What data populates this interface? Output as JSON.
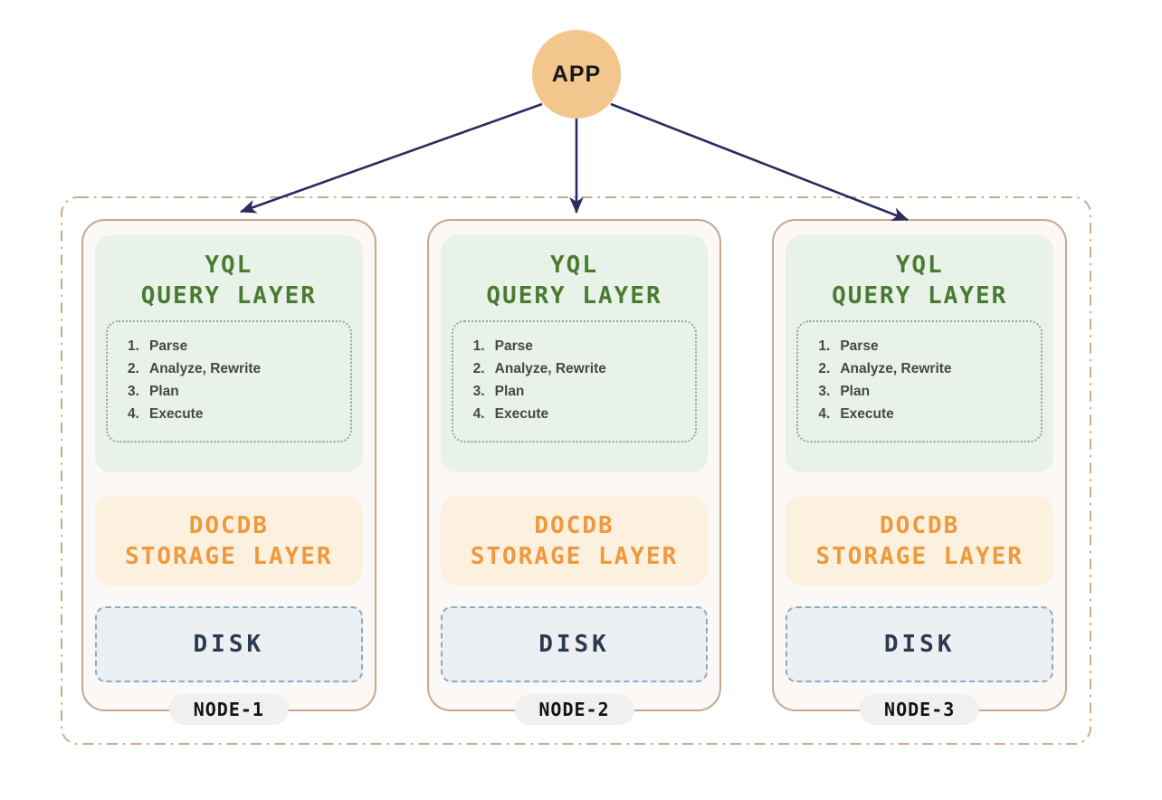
{
  "app": {
    "label": "APP"
  },
  "cluster": {
    "nodes": [
      {
        "badge": "NODE-1",
        "query_layer": {
          "title_line1": "YQL",
          "title_line2": "QUERY LAYER",
          "steps": [
            {
              "num": "1.",
              "label": "Parse"
            },
            {
              "num": "2.",
              "label": "Analyze, Rewrite"
            },
            {
              "num": "3.",
              "label": "Plan"
            },
            {
              "num": "4.",
              "label": "Execute"
            }
          ]
        },
        "storage_layer": {
          "title_line1": "DOCDB",
          "title_line2": "STORAGE LAYER"
        },
        "disk": {
          "label": "DISK"
        }
      },
      {
        "badge": "NODE-2",
        "query_layer": {
          "title_line1": "YQL",
          "title_line2": "QUERY LAYER",
          "steps": [
            {
              "num": "1.",
              "label": "Parse"
            },
            {
              "num": "2.",
              "label": "Analyze, Rewrite"
            },
            {
              "num": "3.",
              "label": "Plan"
            },
            {
              "num": "4.",
              "label": "Execute"
            }
          ]
        },
        "storage_layer": {
          "title_line1": "DOCDB",
          "title_line2": "STORAGE LAYER"
        },
        "disk": {
          "label": "DISK"
        }
      },
      {
        "badge": "NODE-3",
        "query_layer": {
          "title_line1": "YQL",
          "title_line2": "QUERY LAYER",
          "steps": [
            {
              "num": "1.",
              "label": "Parse"
            },
            {
              "num": "2.",
              "label": "Analyze, Rewrite"
            },
            {
              "num": "3.",
              "label": "Plan"
            },
            {
              "num": "4.",
              "label": "Execute"
            }
          ]
        },
        "storage_layer": {
          "title_line1": "DOCDB",
          "title_line2": "STORAGE LAYER"
        },
        "disk": {
          "label": "DISK"
        }
      }
    ]
  },
  "colors": {
    "app_circle": "#f2c68c",
    "arrow": "#2b2b5e",
    "cluster_border": "#cdab90",
    "node_border": "#c8a78e",
    "node_bg": "#fbf8f5",
    "query_bg": "#e9f2e8",
    "query_text": "#4a7b33",
    "storage_bg": "#fcf0de",
    "storage_text": "#ef993d",
    "disk_bg": "#ecf0f3",
    "disk_border": "#8fa9be",
    "disk_text": "#2b3a50",
    "badge_bg": "#f0f0f0",
    "steps_text": "#474747"
  }
}
